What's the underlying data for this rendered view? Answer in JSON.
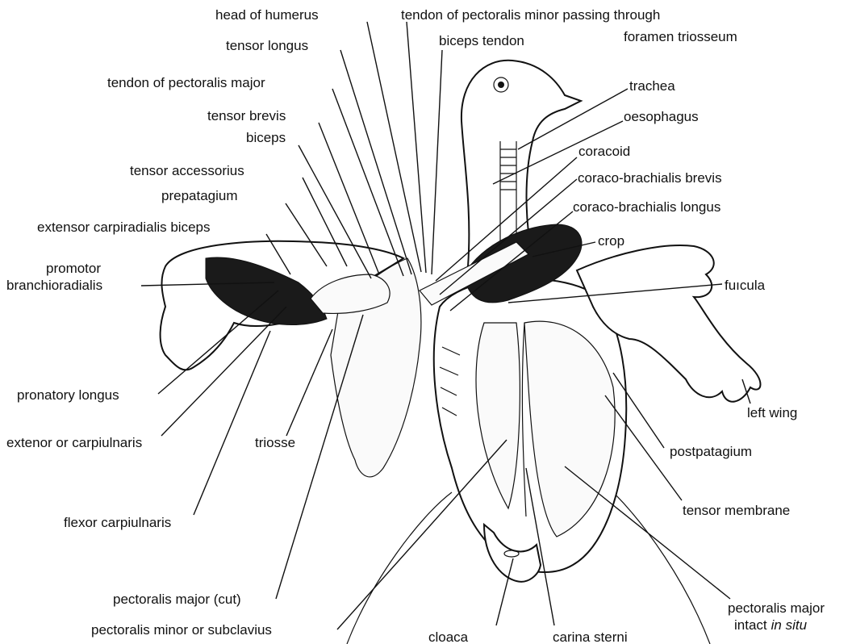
{
  "labels": {
    "head_of_humerus": "head of humerus",
    "tendon_pect_minor_1": "tendon of pectoralis minor passing through",
    "tendon_pect_minor_2": "foramen triosseum",
    "tensor_longus": "tensor longus",
    "biceps_tendon": "biceps tendon",
    "tendon_pect_major": "tendon of pectoralis major",
    "trachea": "trachea",
    "tensor_brevis": "tensor brevis",
    "oesophagus": "oesophagus",
    "biceps": "biceps",
    "coracoid": "coracoid",
    "tensor_accessorius": "tensor accessorius",
    "coraco_brachialis_brevis": "coraco-brachialis brevis",
    "prepatagium": "prepatagium",
    "coraco_brachialis_longus": "coraco-brachialis longus",
    "extensor_carpiradialis_biceps": "extensor carpiradialis biceps",
    "crop": "crop",
    "promotor_1": "promotor",
    "promotor_2": "branchioradialis",
    "furcula": "fuıcula",
    "pronatory_longus": "pronatory longus",
    "left_wing": "left wing",
    "extenor_carpiulnaris": "extenor or carpiulnaris",
    "triosse": "triosse",
    "postpatagium": "postpatagium",
    "tensor_membrane": "tensor membrane",
    "flexor_carpiulnaris": "flexor carpiulnaris",
    "pectoralis_major_cut": "pectoralis major (cut)",
    "pectoralis_minor": "pectoralis minor or subclavius",
    "cloaca": "cloaca",
    "carina_sterni": "carina sterni",
    "pect_major_intact_1": "pectoralis major",
    "pect_major_intact_2": "intact",
    "pect_major_intact_3": "in situ"
  }
}
